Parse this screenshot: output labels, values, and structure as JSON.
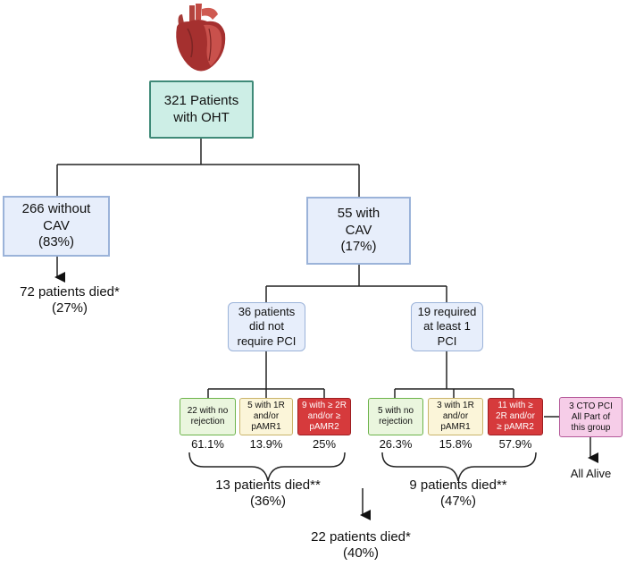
{
  "root": {
    "label": "321 Patients\nwith OHT"
  },
  "left": {
    "box": "266 without\nCAV\n(83%)",
    "outcome": "72 patients died*\n(27%)"
  },
  "right": {
    "box": "55 with\nCAV\n(17%)",
    "no_pci": {
      "label": "36 patients\ndid not\nrequire PCI",
      "leaves": [
        {
          "label": "22 with no\nrejection",
          "pct": "61.1%",
          "color": "green"
        },
        {
          "label": "5 with 1R\nand/or\npAMR1",
          "pct": "13.9%",
          "color": "yellow"
        },
        {
          "label": "9 with ≥ 2R\nand/or ≥\npAMR2",
          "pct": "25%",
          "color": "red"
        }
      ],
      "outcome": "13 patients died**\n(36%)"
    },
    "pci": {
      "label": "19 required\nat least 1\nPCI",
      "leaves": [
        {
          "label": "5 with no\nrejection",
          "pct": "26.3%",
          "color": "green"
        },
        {
          "label": "3 with 1R\nand/or\npAMR1",
          "pct": "15.8%",
          "color": "yellow"
        },
        {
          "label": "11 with ≥\n2R and/or\n≥ pAMR2",
          "pct": "57.9%",
          "color": "red"
        }
      ],
      "outcome": "9 patients died**\n(47%)",
      "cto": {
        "label": "3 CTO PCI\nAll Part of\nthis group",
        "outcome": "All Alive"
      }
    },
    "total_outcome": "22 patients died*\n(40%)"
  },
  "colors": {
    "root_fill": "#cdeee6",
    "root_border": "#3f8a78",
    "box_fill": "#e7eefb",
    "box_border": "#9bb3d9",
    "green": "#eaf6de",
    "yellow": "#fbf5d9",
    "red": "#d63a3c",
    "pink": "#f6cde8"
  },
  "icons": [
    "heart-icon"
  ]
}
